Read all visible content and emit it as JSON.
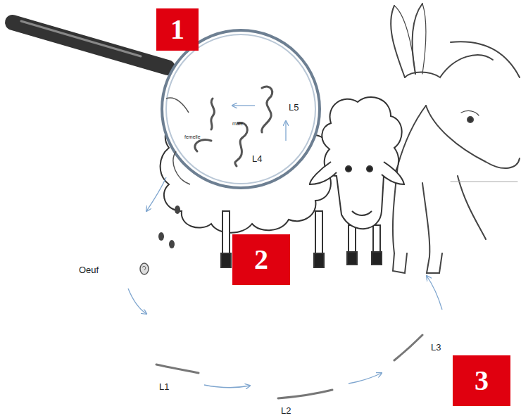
{
  "diagram": {
    "nodes": [
      {
        "text": [
          "1"
        ]
      },
      {
        "text": [
          "2"
        ]
      },
      {
        "text": [
          "3"
        ]
      }
    ],
    "labels": [
      "mâle",
      "femelle",
      "L5",
      "L4",
      "Oeuf",
      "L1",
      "L2",
      "L3"
    ]
  }
}
